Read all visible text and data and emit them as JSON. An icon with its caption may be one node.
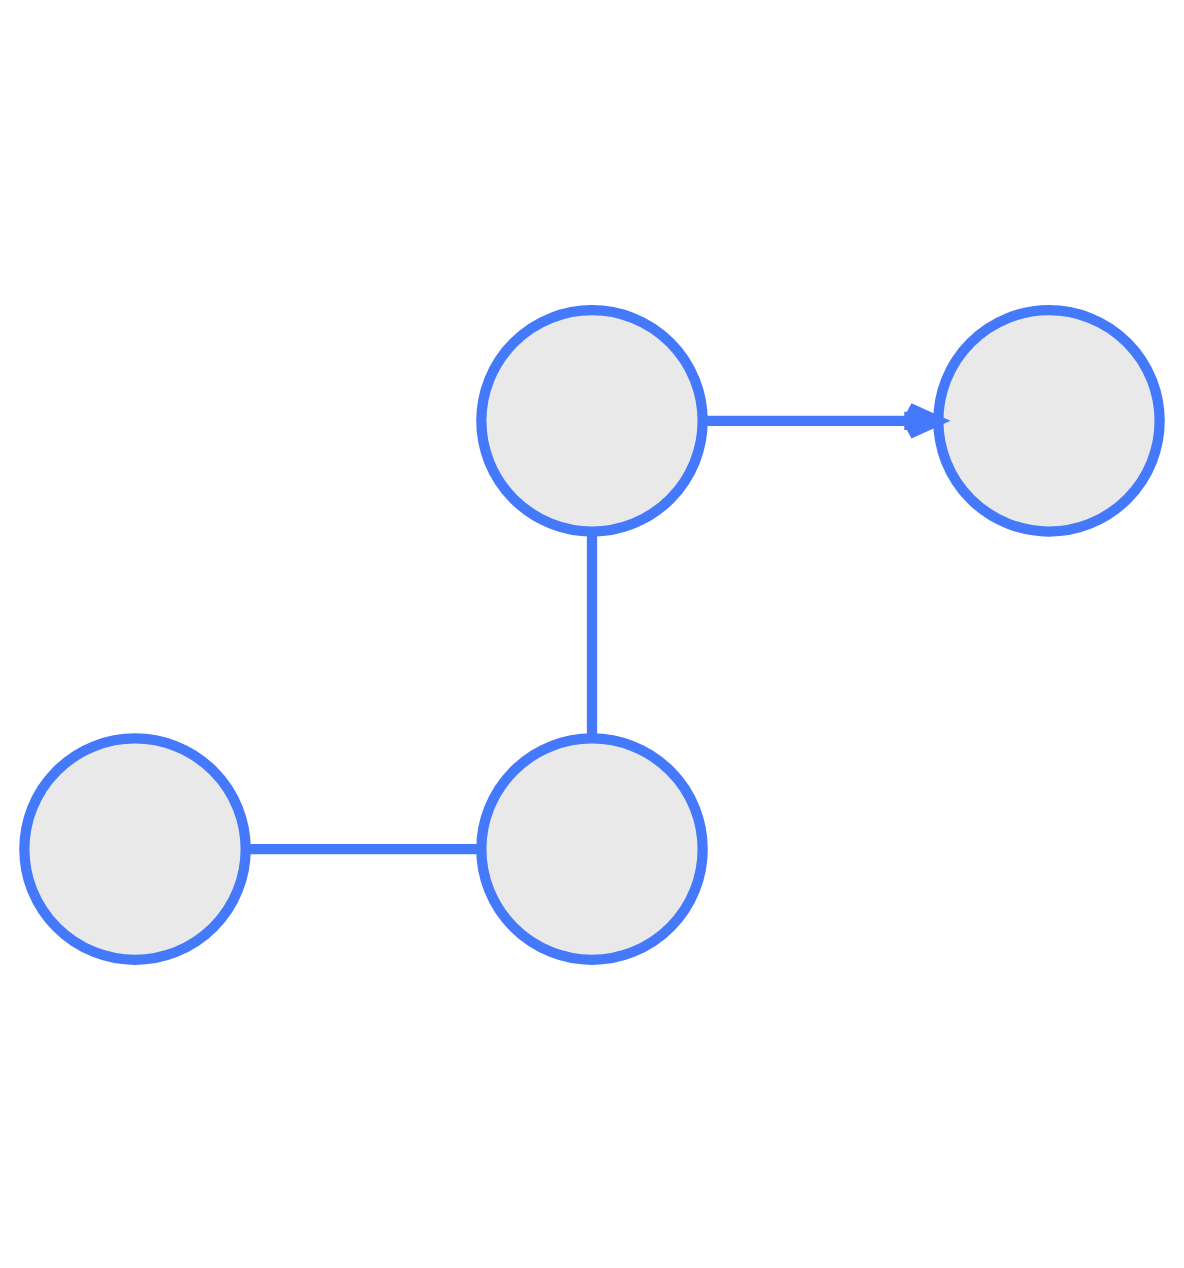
{
  "diagram": {
    "nodes": [
      {
        "text": [],
        "shape": "circle"
      },
      {
        "text": [],
        "shape": "circle"
      },
      {
        "text": [],
        "shape": "circle"
      },
      {
        "text": [],
        "shape": "circle"
      }
    ],
    "edges": [
      {
        "from": 0,
        "to": 1,
        "arrow": "to"
      },
      {
        "from": 0,
        "to": 3,
        "arrow": "none"
      },
      {
        "from": 2,
        "to": 3,
        "arrow": "none"
      }
    ]
  }
}
